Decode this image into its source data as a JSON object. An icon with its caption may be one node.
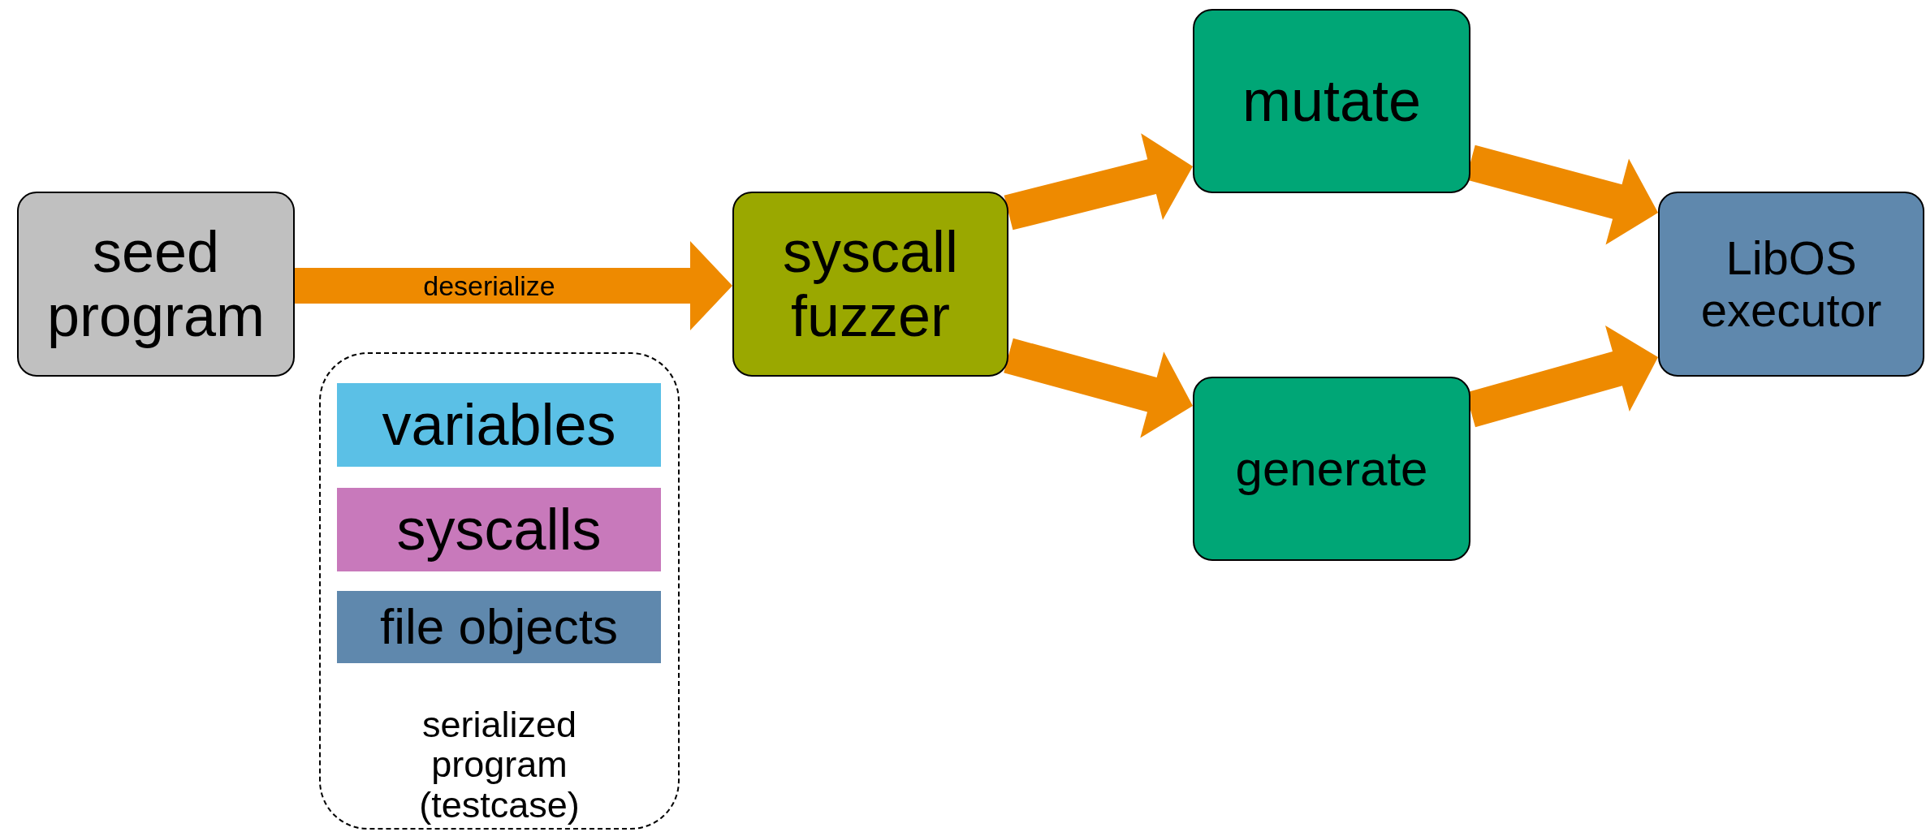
{
  "diagram": {
    "nodes": [
      {
        "text": [
          "seed program"
        ]
      },
      {
        "text": [
          "syscall fuzzer"
        ]
      },
      {
        "text": [
          "mutate"
        ]
      },
      {
        "text": [
          "generate"
        ]
      },
      {
        "text": [
          "LibOS executor"
        ]
      },
      {
        "text": [
          "serialized program (testcase)"
        ]
      },
      {
        "text": [
          "variables"
        ],
        "in": 5
      },
      {
        "text": [
          "syscalls"
        ],
        "in": 5
      },
      {
        "text": [
          "file objects"
        ],
        "in": 5
      }
    ],
    "edges": [
      {
        "from": 0,
        "to": 1,
        "arrow": "to",
        "label": "deserialize"
      },
      {
        "from": 1,
        "to": 2,
        "arrow": "to"
      },
      {
        "from": 1,
        "to": 3,
        "arrow": "to"
      },
      {
        "from": 2,
        "to": 4,
        "arrow": "to"
      },
      {
        "from": 3,
        "to": 4,
        "arrow": "to"
      }
    ]
  }
}
